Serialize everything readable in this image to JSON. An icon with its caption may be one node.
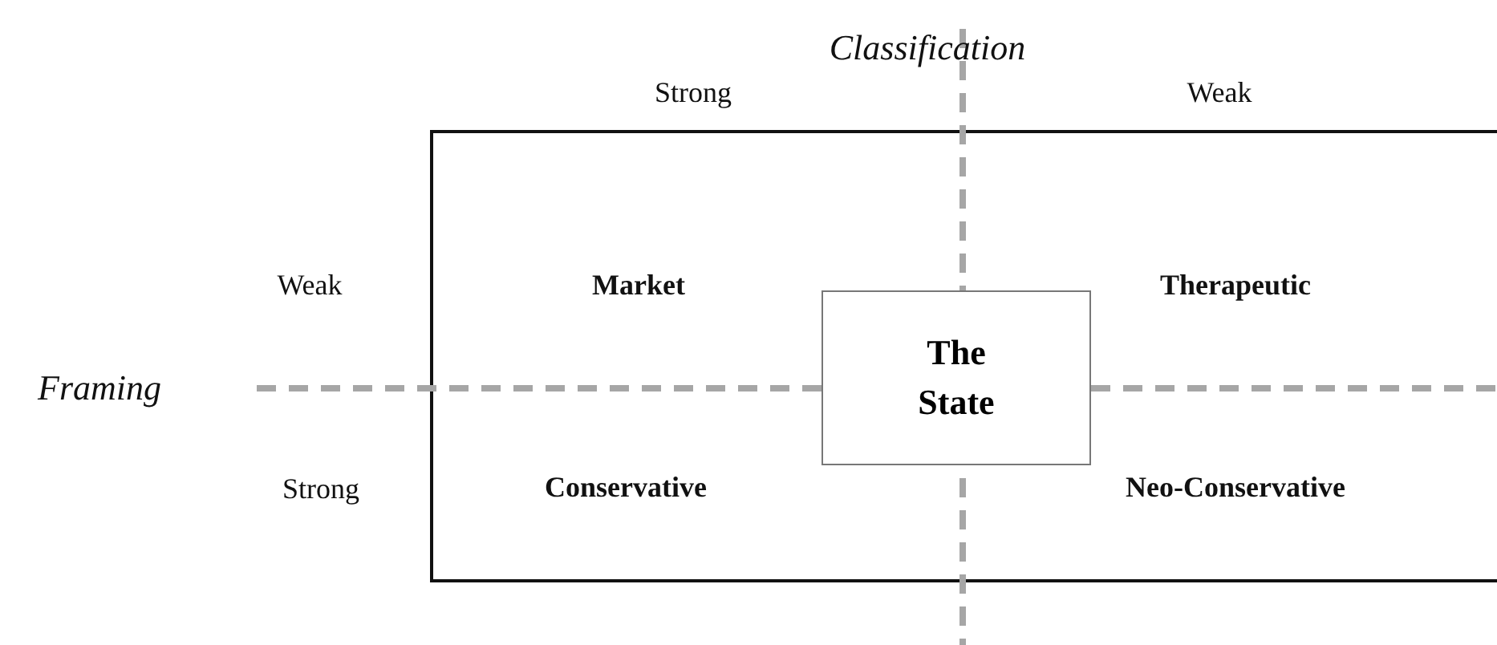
{
  "diagram": {
    "nodes": [
      {
        "text": [
          "The State"
        ]
      }
    ],
    "labels": [
      "Classification",
      "Strong",
      "Weak",
      "Weak",
      "Market",
      "Therapeutic",
      "Framing",
      "Strong",
      "Conservative",
      "Neo-Conservative"
    ]
  }
}
